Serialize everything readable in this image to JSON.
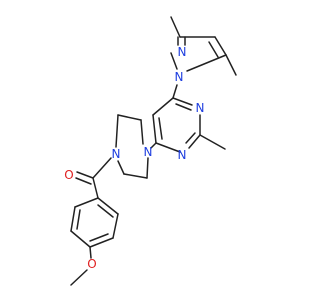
{
  "molecule": {
    "atom_labels": [
      "N",
      "N",
      "N",
      "N",
      "N",
      "N",
      "O",
      "O"
    ],
    "colors": {
      "bond": "#222222",
      "nitrogen": "#1f3fe0",
      "oxygen": "#e02020",
      "background": "#ffffff"
    }
  }
}
